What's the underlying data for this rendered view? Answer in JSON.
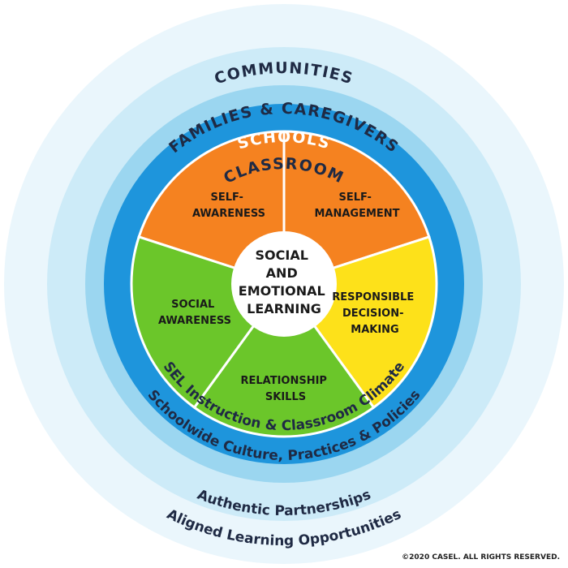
{
  "rings": {
    "communities": "COMMUNITIES",
    "families": "FAMILIES & CAREGIVERS",
    "schools": "SCHOOLS",
    "classroom": "CLASSROOM",
    "sel_instruction": "SEL Instruction & Classroom Climate",
    "schoolwide": "Schoolwide Culture, Practices & Policies",
    "partnerships": "Authentic Partnerships",
    "aligned": "Aligned Learning Opportunities"
  },
  "competencies": {
    "self_awareness": [
      "SELF-",
      "AWARENESS"
    ],
    "self_management": [
      "SELF-",
      "MANAGEMENT"
    ],
    "responsible": [
      "RESPONSIBLE",
      "DECISION-",
      "MAKING"
    ],
    "relationship": [
      "RELATIONSHIP",
      "SKILLS"
    ],
    "social_awareness": [
      "SOCIAL",
      "AWARENESS"
    ]
  },
  "center": [
    "SOCIAL",
    "AND",
    "EMOTIONAL",
    "LEARNING"
  ],
  "copyright": "©2020 CASEL. ALL RIGHTS RESERVED.",
  "colors": {
    "outer_ring": "#eaf6fc",
    "families_ring": "#cdebf8",
    "schools_ring": "#9bd6f0",
    "classroom_ring": "#1e95dc",
    "orange": "#f58220",
    "green": "#6bc62a",
    "yellow": "#fde11a",
    "text_dark": "#1f2a44",
    "text_white": "#ffffff"
  }
}
